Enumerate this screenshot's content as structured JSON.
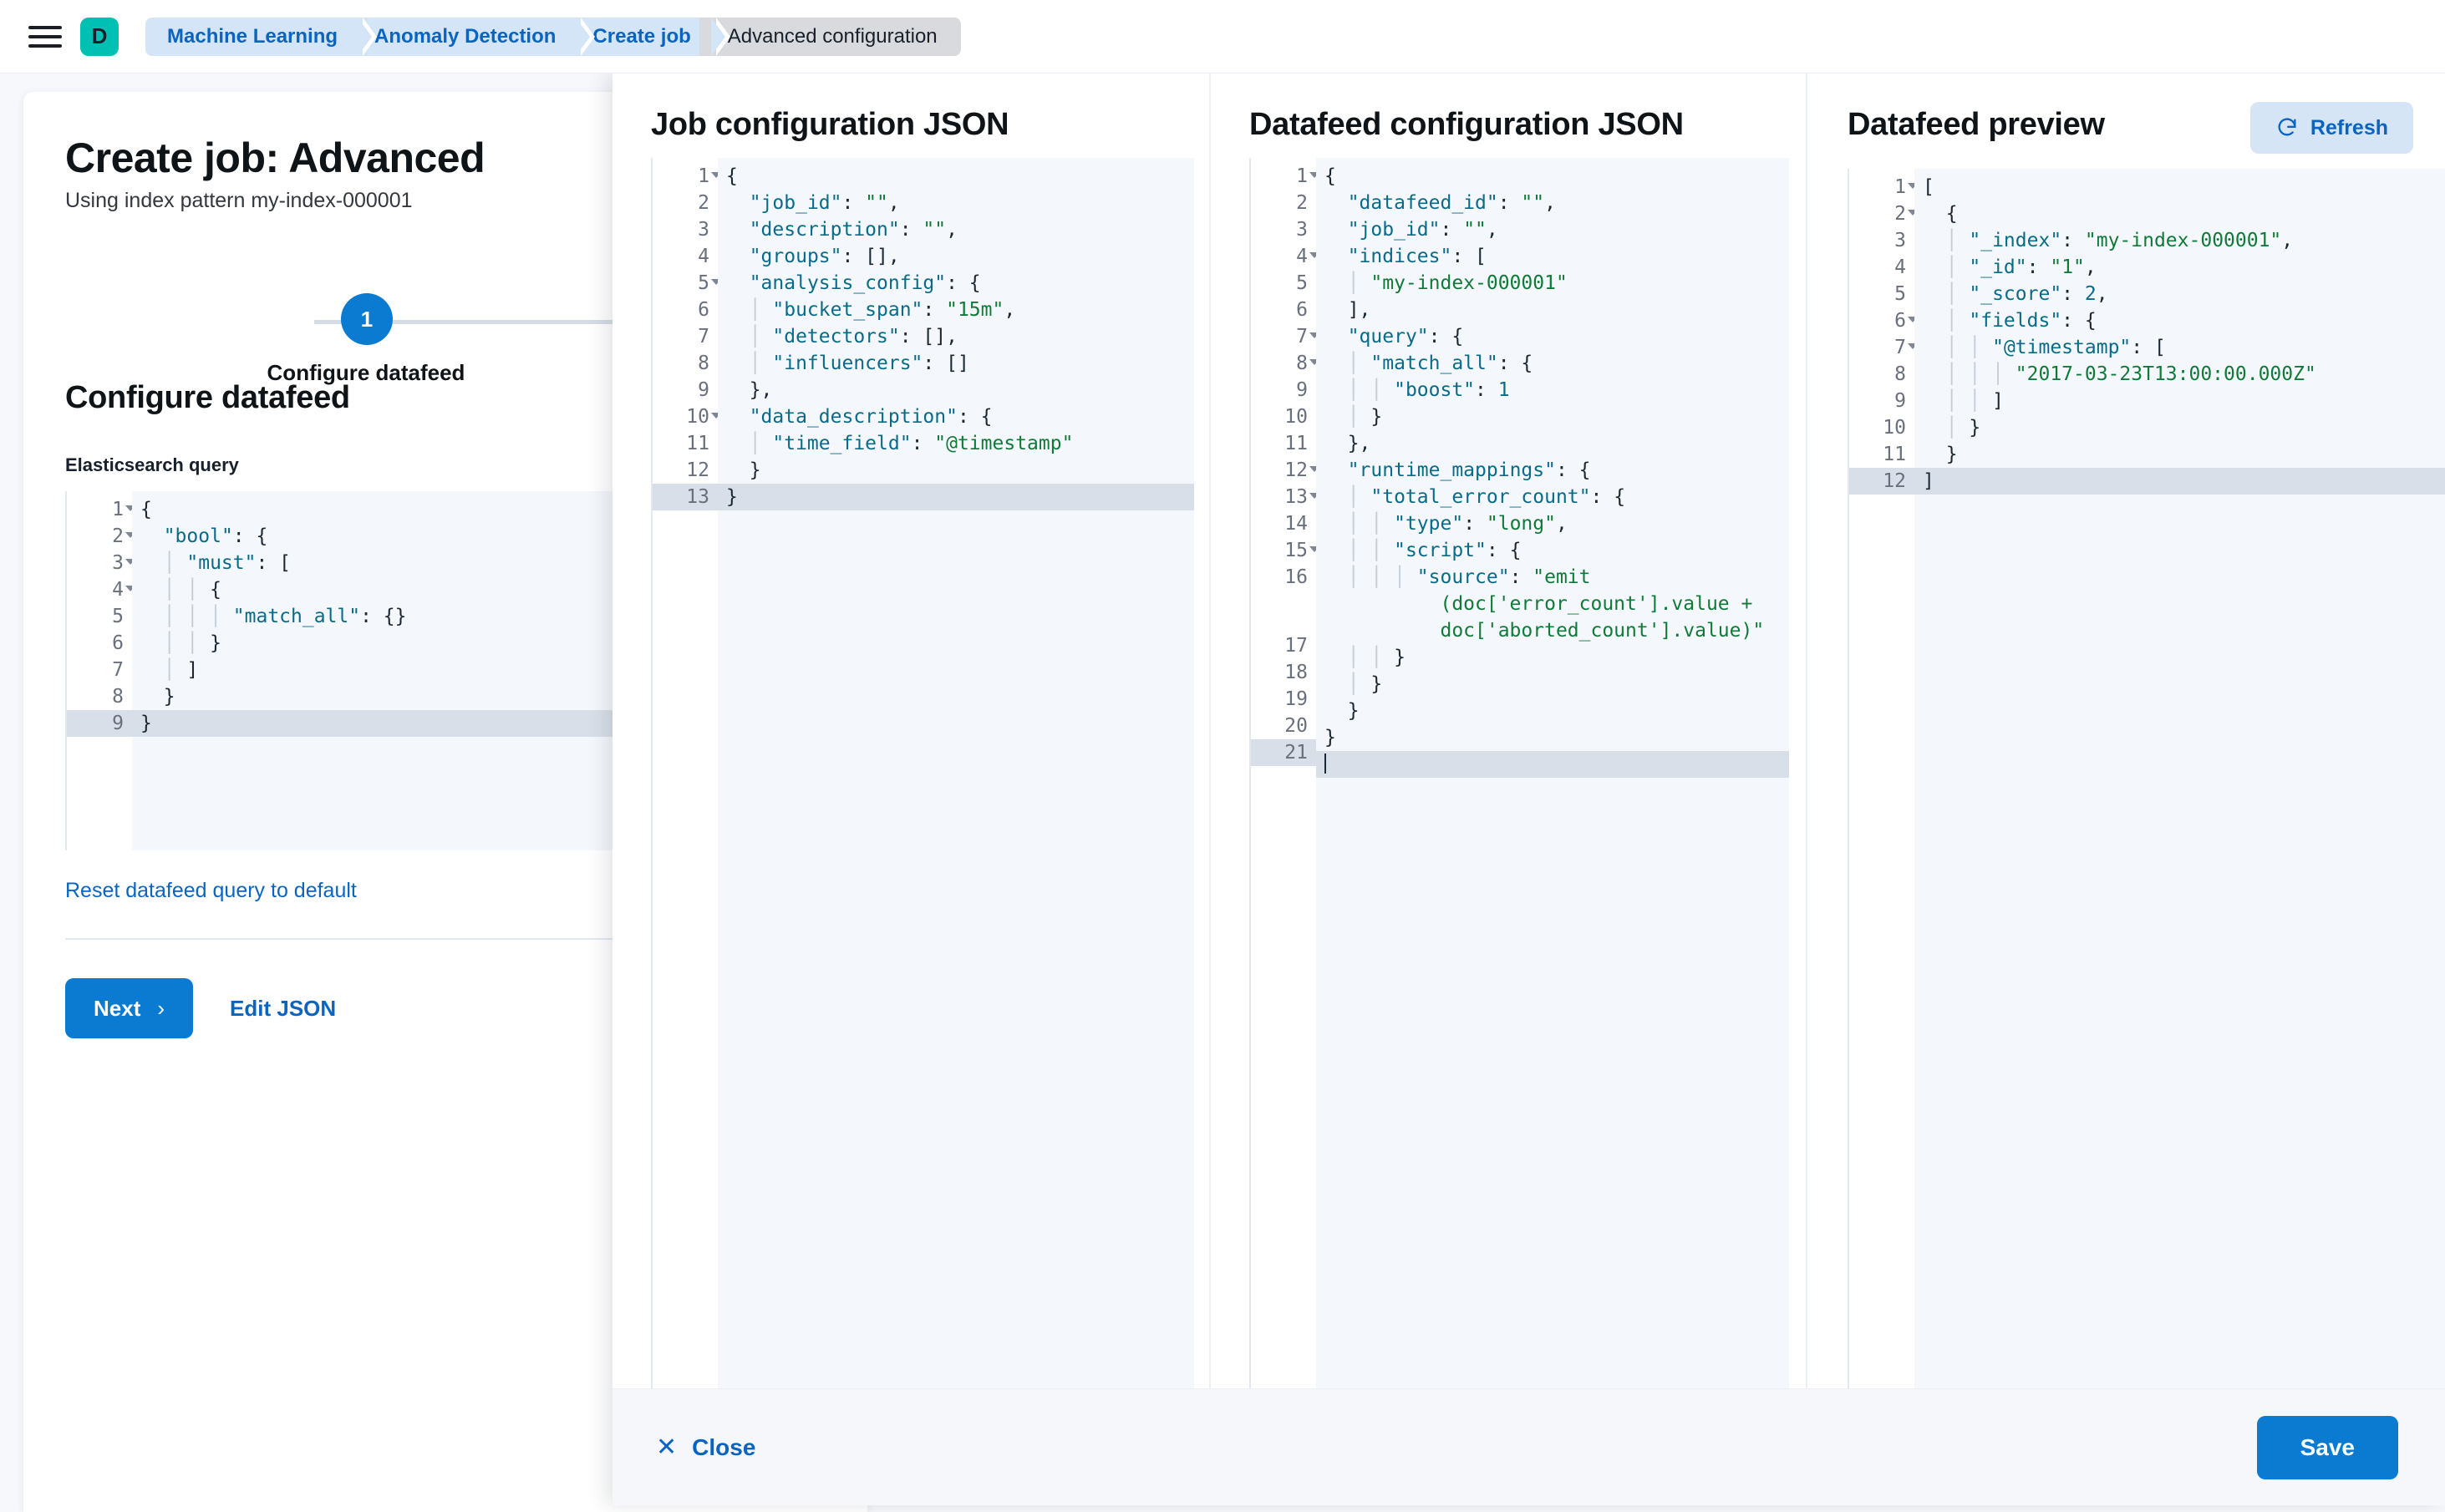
{
  "topbar": {
    "menu_icon": "hamburger-icon",
    "space_avatar": "D",
    "breadcrumbs": [
      {
        "label": "Machine Learning",
        "current": false
      },
      {
        "label": "Anomaly Detection",
        "current": false
      },
      {
        "label": "Create job",
        "current": false
      },
      {
        "label": "Advanced configuration",
        "current": true
      }
    ]
  },
  "page": {
    "title": "Create job: Advanced",
    "subtitle": "Using index pattern my-index-000001",
    "step_number": "1",
    "step_label": "Configure datafeed",
    "section_title": "Configure datafeed",
    "query_field_label": "Elasticsearch query",
    "reset_link": "Reset datafeed query to default",
    "next_button": "Next",
    "next_chevron": "›",
    "edit_json_button": "Edit JSON"
  },
  "es_query_editor": {
    "active_line": 9,
    "lines": [
      {
        "n": "1",
        "fold": true,
        "tokens": [
          {
            "t": "p",
            "v": "{"
          }
        ]
      },
      {
        "n": "2",
        "fold": true,
        "tokens": [
          {
            "t": "p",
            "v": "  "
          },
          {
            "t": "k",
            "v": "\"bool\""
          },
          {
            "t": "p",
            "v": ": {"
          }
        ]
      },
      {
        "n": "3",
        "fold": true,
        "tokens": [
          {
            "t": "guide",
            "v": "  │ "
          },
          {
            "t": "k",
            "v": "\"must\""
          },
          {
            "t": "p",
            "v": ": ["
          }
        ]
      },
      {
        "n": "4",
        "fold": true,
        "tokens": [
          {
            "t": "guide",
            "v": "  │ │ "
          },
          {
            "t": "p",
            "v": "{"
          }
        ]
      },
      {
        "n": "5",
        "fold": false,
        "tokens": [
          {
            "t": "guide",
            "v": "  │ │ │ "
          },
          {
            "t": "k",
            "v": "\"match_all\""
          },
          {
            "t": "p",
            "v": ": {}"
          }
        ]
      },
      {
        "n": "6",
        "fold": false,
        "tokens": [
          {
            "t": "guide",
            "v": "  │ │ "
          },
          {
            "t": "p",
            "v": "}"
          }
        ]
      },
      {
        "n": "7",
        "fold": false,
        "tokens": [
          {
            "t": "guide",
            "v": "  │ "
          },
          {
            "t": "p",
            "v": "]"
          }
        ]
      },
      {
        "n": "8",
        "fold": false,
        "tokens": [
          {
            "t": "p",
            "v": "  }"
          }
        ]
      },
      {
        "n": "9",
        "fold": false,
        "tokens": [
          {
            "t": "p",
            "v": "}"
          }
        ]
      }
    ]
  },
  "flyout": {
    "job_config": {
      "title": "Job configuration JSON",
      "active_line": 13,
      "lines": [
        {
          "n": "1",
          "fold": true,
          "tokens": [
            {
              "t": "p",
              "v": "{"
            }
          ]
        },
        {
          "n": "2",
          "fold": false,
          "tokens": [
            {
              "t": "p",
              "v": "  "
            },
            {
              "t": "k",
              "v": "\"job_id\""
            },
            {
              "t": "p",
              "v": ": "
            },
            {
              "t": "s",
              "v": "\"\""
            },
            {
              "t": "p",
              "v": ","
            }
          ]
        },
        {
          "n": "3",
          "fold": false,
          "tokens": [
            {
              "t": "p",
              "v": "  "
            },
            {
              "t": "k",
              "v": "\"description\""
            },
            {
              "t": "p",
              "v": ": "
            },
            {
              "t": "s",
              "v": "\"\""
            },
            {
              "t": "p",
              "v": ","
            }
          ]
        },
        {
          "n": "4",
          "fold": false,
          "tokens": [
            {
              "t": "p",
              "v": "  "
            },
            {
              "t": "k",
              "v": "\"groups\""
            },
            {
              "t": "p",
              "v": ": [],"
            }
          ]
        },
        {
          "n": "5",
          "fold": true,
          "tokens": [
            {
              "t": "p",
              "v": "  "
            },
            {
              "t": "k",
              "v": "\"analysis_config\""
            },
            {
              "t": "p",
              "v": ": {"
            }
          ]
        },
        {
          "n": "6",
          "fold": false,
          "tokens": [
            {
              "t": "guide",
              "v": "  │ "
            },
            {
              "t": "k",
              "v": "\"bucket_span\""
            },
            {
              "t": "p",
              "v": ": "
            },
            {
              "t": "s",
              "v": "\"15m\""
            },
            {
              "t": "p",
              "v": ","
            }
          ]
        },
        {
          "n": "7",
          "fold": false,
          "tokens": [
            {
              "t": "guide",
              "v": "  │ "
            },
            {
              "t": "k",
              "v": "\"detectors\""
            },
            {
              "t": "p",
              "v": ": [],"
            }
          ]
        },
        {
          "n": "8",
          "fold": false,
          "tokens": [
            {
              "t": "guide",
              "v": "  │ "
            },
            {
              "t": "k",
              "v": "\"influencers\""
            },
            {
              "t": "p",
              "v": ": []"
            }
          ]
        },
        {
          "n": "9",
          "fold": false,
          "tokens": [
            {
              "t": "p",
              "v": "  },"
            }
          ]
        },
        {
          "n": "10",
          "fold": true,
          "tokens": [
            {
              "t": "p",
              "v": "  "
            },
            {
              "t": "k",
              "v": "\"data_description\""
            },
            {
              "t": "p",
              "v": ": {"
            }
          ]
        },
        {
          "n": "11",
          "fold": false,
          "tokens": [
            {
              "t": "guide",
              "v": "  │ "
            },
            {
              "t": "k",
              "v": "\"time_field\""
            },
            {
              "t": "p",
              "v": ": "
            },
            {
              "t": "s",
              "v": "\"@timestamp\""
            }
          ]
        },
        {
          "n": "12",
          "fold": false,
          "tokens": [
            {
              "t": "p",
              "v": "  }"
            }
          ]
        },
        {
          "n": "13",
          "fold": false,
          "tokens": [
            {
              "t": "p",
              "v": "}"
            }
          ]
        }
      ]
    },
    "datafeed_config": {
      "title": "Datafeed configuration JSON",
      "active_line": 21,
      "lines": [
        {
          "n": "1",
          "fold": true,
          "tokens": [
            {
              "t": "p",
              "v": "{"
            }
          ]
        },
        {
          "n": "2",
          "fold": false,
          "tokens": [
            {
              "t": "p",
              "v": "  "
            },
            {
              "t": "k",
              "v": "\"datafeed_id\""
            },
            {
              "t": "p",
              "v": ": "
            },
            {
              "t": "s",
              "v": "\"\""
            },
            {
              "t": "p",
              "v": ","
            }
          ]
        },
        {
          "n": "3",
          "fold": false,
          "tokens": [
            {
              "t": "p",
              "v": "  "
            },
            {
              "t": "k",
              "v": "\"job_id\""
            },
            {
              "t": "p",
              "v": ": "
            },
            {
              "t": "s",
              "v": "\"\""
            },
            {
              "t": "p",
              "v": ","
            }
          ]
        },
        {
          "n": "4",
          "fold": true,
          "tokens": [
            {
              "t": "p",
              "v": "  "
            },
            {
              "t": "k",
              "v": "\"indices\""
            },
            {
              "t": "p",
              "v": ": ["
            }
          ]
        },
        {
          "n": "5",
          "fold": false,
          "tokens": [
            {
              "t": "guide",
              "v": "  │ "
            },
            {
              "t": "s",
              "v": "\"my-index-000001\""
            }
          ]
        },
        {
          "n": "6",
          "fold": false,
          "tokens": [
            {
              "t": "p",
              "v": "  ],"
            }
          ]
        },
        {
          "n": "7",
          "fold": true,
          "tokens": [
            {
              "t": "p",
              "v": "  "
            },
            {
              "t": "k",
              "v": "\"query\""
            },
            {
              "t": "p",
              "v": ": {"
            }
          ]
        },
        {
          "n": "8",
          "fold": true,
          "tokens": [
            {
              "t": "guide",
              "v": "  │ "
            },
            {
              "t": "k",
              "v": "\"match_all\""
            },
            {
              "t": "p",
              "v": ": {"
            }
          ]
        },
        {
          "n": "9",
          "fold": false,
          "tokens": [
            {
              "t": "guide",
              "v": "  │ │ "
            },
            {
              "t": "k",
              "v": "\"boost\""
            },
            {
              "t": "p",
              "v": ": "
            },
            {
              "t": "n",
              "v": "1"
            }
          ]
        },
        {
          "n": "10",
          "fold": false,
          "tokens": [
            {
              "t": "guide",
              "v": "  │ "
            },
            {
              "t": "p",
              "v": "}"
            }
          ]
        },
        {
          "n": "11",
          "fold": false,
          "tokens": [
            {
              "t": "p",
              "v": "  },"
            }
          ]
        },
        {
          "n": "12",
          "fold": true,
          "tokens": [
            {
              "t": "p",
              "v": "  "
            },
            {
              "t": "k",
              "v": "\"runtime_mappings\""
            },
            {
              "t": "p",
              "v": ": {"
            }
          ]
        },
        {
          "n": "13",
          "fold": true,
          "tokens": [
            {
              "t": "guide",
              "v": "  │ "
            },
            {
              "t": "k",
              "v": "\"total_error_count\""
            },
            {
              "t": "p",
              "v": ": {"
            }
          ]
        },
        {
          "n": "14",
          "fold": false,
          "tokens": [
            {
              "t": "guide",
              "v": "  │ │ "
            },
            {
              "t": "k",
              "v": "\"type\""
            },
            {
              "t": "p",
              "v": ": "
            },
            {
              "t": "s",
              "v": "\"long\""
            },
            {
              "t": "p",
              "v": ","
            }
          ]
        },
        {
          "n": "15",
          "fold": true,
          "tokens": [
            {
              "t": "guide",
              "v": "  │ │ "
            },
            {
              "t": "k",
              "v": "\"script\""
            },
            {
              "t": "p",
              "v": ": {"
            }
          ]
        },
        {
          "n": "16",
          "fold": false,
          "wrap": true,
          "tokens": [
            {
              "t": "guide",
              "v": "  │ │ │ "
            },
            {
              "t": "k",
              "v": "\"source\""
            },
            {
              "t": "p",
              "v": ": "
            },
            {
              "t": "s",
              "v": "\"emit\n          (doc['error_count'].value +\n          doc['aborted_count'].value)\""
            }
          ]
        },
        {
          "n": "17",
          "fold": false,
          "tokens": [
            {
              "t": "guide",
              "v": "  │ │ "
            },
            {
              "t": "p",
              "v": "}"
            }
          ]
        },
        {
          "n": "18",
          "fold": false,
          "tokens": [
            {
              "t": "guide",
              "v": "  │ "
            },
            {
              "t": "p",
              "v": "}"
            }
          ]
        },
        {
          "n": "19",
          "fold": false,
          "tokens": [
            {
              "t": "p",
              "v": "  }"
            }
          ]
        },
        {
          "n": "20",
          "fold": false,
          "tokens": [
            {
              "t": "p",
              "v": "}"
            }
          ]
        },
        {
          "n": "21",
          "fold": false,
          "caret": true,
          "tokens": []
        }
      ]
    },
    "datafeed_preview": {
      "title": "Datafeed preview",
      "refresh_label": "Refresh",
      "refresh_icon": "refresh-icon",
      "active_line": 12,
      "lines": [
        {
          "n": "1",
          "fold": true,
          "tokens": [
            {
              "t": "p",
              "v": "["
            }
          ]
        },
        {
          "n": "2",
          "fold": true,
          "tokens": [
            {
              "t": "p",
              "v": "  {"
            }
          ]
        },
        {
          "n": "3",
          "fold": false,
          "tokens": [
            {
              "t": "guide",
              "v": "  │ "
            },
            {
              "t": "k",
              "v": "\"_index\""
            },
            {
              "t": "p",
              "v": ": "
            },
            {
              "t": "s",
              "v": "\"my-index-000001\""
            },
            {
              "t": "p",
              "v": ","
            }
          ]
        },
        {
          "n": "4",
          "fold": false,
          "tokens": [
            {
              "t": "guide",
              "v": "  │ "
            },
            {
              "t": "k",
              "v": "\"_id\""
            },
            {
              "t": "p",
              "v": ": "
            },
            {
              "t": "s",
              "v": "\"1\""
            },
            {
              "t": "p",
              "v": ","
            }
          ]
        },
        {
          "n": "5",
          "fold": false,
          "tokens": [
            {
              "t": "guide",
              "v": "  │ "
            },
            {
              "t": "k",
              "v": "\"_score\""
            },
            {
              "t": "p",
              "v": ": "
            },
            {
              "t": "n",
              "v": "2"
            },
            {
              "t": "p",
              "v": ","
            }
          ]
        },
        {
          "n": "6",
          "fold": true,
          "tokens": [
            {
              "t": "guide",
              "v": "  │ "
            },
            {
              "t": "k",
              "v": "\"fields\""
            },
            {
              "t": "p",
              "v": ": {"
            }
          ]
        },
        {
          "n": "7",
          "fold": true,
          "tokens": [
            {
              "t": "guide",
              "v": "  │ │ "
            },
            {
              "t": "k",
              "v": "\"@timestamp\""
            },
            {
              "t": "p",
              "v": ": ["
            }
          ]
        },
        {
          "n": "8",
          "fold": false,
          "tokens": [
            {
              "t": "guide",
              "v": "  │ │ │ "
            },
            {
              "t": "s",
              "v": "\"2017-03-23T13:00:00.000Z\""
            }
          ]
        },
        {
          "n": "9",
          "fold": false,
          "tokens": [
            {
              "t": "guide",
              "v": "  │ │ "
            },
            {
              "t": "p",
              "v": "]"
            }
          ]
        },
        {
          "n": "10",
          "fold": false,
          "tokens": [
            {
              "t": "guide",
              "v": "  │ "
            },
            {
              "t": "p",
              "v": "}"
            }
          ]
        },
        {
          "n": "11",
          "fold": false,
          "tokens": [
            {
              "t": "p",
              "v": "  }"
            }
          ]
        },
        {
          "n": "12",
          "fold": false,
          "tokens": [
            {
              "t": "p",
              "v": "]"
            }
          ]
        }
      ]
    },
    "footer": {
      "close_label": "Close",
      "close_icon": "close-icon",
      "save_label": "Save"
    }
  },
  "colors": {
    "primary": "#0b7ad1",
    "link": "#0b64c0",
    "space_avatar": "#00bfb3",
    "breadcrumb_bg": "#d3e5f7",
    "breadcrumb_current_bg": "#d8dadd",
    "editor_bg": "#f4f7fb",
    "editor_active_line": "#d9dfe8",
    "json_key": "#0a6b87",
    "json_string": "#107a39"
  }
}
